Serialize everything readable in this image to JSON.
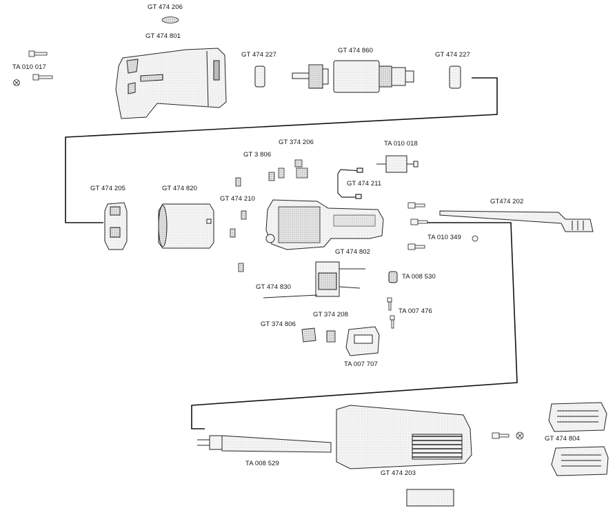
{
  "labels": {
    "gt474206": "GT 474 206",
    "gt474801": "GT 474 801",
    "ta010017": "TA 010 017",
    "gt474227a": "GT 474 227",
    "gt474860": "GT 474 860",
    "gt474227b": "GT 474 227",
    "gt374206": "GT 374 206",
    "gt3806": "GT 3 806",
    "ta010018": "TA 010 018",
    "gt474211": "GT 474 211",
    "gt474205": "GT 474 205",
    "gt474820": "GT 474 820",
    "gt474210": "GT 474 210",
    "gt474202": "GT474 202",
    "ta010349": "TA 010 349",
    "gt474802": "GT 474 802",
    "ta008530": "TA 008 530",
    "gt474830": "GT 474 830",
    "ta007476": "TA 007 476",
    "gt374208": "GT 374 208",
    "gt374806": "GT 374 806",
    "ta007707": "TA 007 707",
    "ta008529": "TA 008 529",
    "gt474203": "GT 474 203",
    "gt474804": "GT 474 804"
  },
  "colors": {
    "line": "#111111",
    "part_fill": "#f4f4f4",
    "part_shade": "#cfcfcf"
  }
}
